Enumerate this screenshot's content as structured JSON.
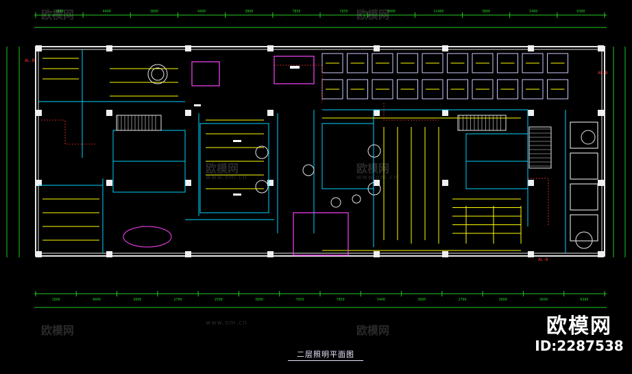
{
  "drawing": {
    "title": "二层照明平面图",
    "watermark_text": "欧模网",
    "watermark_url": "www.om.cn",
    "brand_name": "欧模网",
    "brand_id": "ID:2287538",
    "top_dimensions": [
      "1800",
      "4400",
      "3800",
      "4400",
      "3800",
      "7850",
      "7850",
      "3800",
      "11400",
      "3800",
      "5400",
      "6300"
    ],
    "bottom_dimensions": [
      "1800",
      "4800",
      "3800",
      "2700",
      "2590",
      "3800",
      "7850",
      "7850",
      "5400",
      "3600",
      "2700",
      "3800",
      "3600",
      "6300"
    ],
    "panel_labels": [
      "AL-B",
      "AL-B",
      "AL-B"
    ],
    "colors": {
      "background": "#000000",
      "wall": "#e8e8e8",
      "dimension": "#22cc22",
      "fixture": "#ffff00",
      "wiring": "#ff3030",
      "partition": "#00d5ff",
      "accent": "#ff44ff"
    }
  }
}
